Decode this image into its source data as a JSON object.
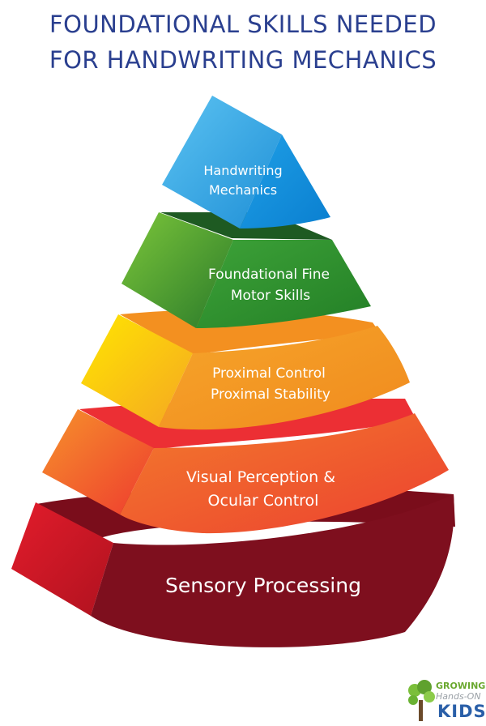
{
  "title": {
    "line1": "FOUNDATIONAL SKILLS NEEDED",
    "line2": "FOR HANDWRITING MECHANICS"
  },
  "levels": [
    {
      "line1": "Handwriting",
      "line2": "Mechanics"
    },
    {
      "line1": "Foundational Fine",
      "line2": "Motor Skills"
    },
    {
      "line1": "Proximal Control",
      "line2": "Proximal Stability"
    },
    {
      "line1": "Visual Perception &",
      "line2": "Ocular Control"
    },
    {
      "line1": "Sensory Processing"
    }
  ],
  "logo": {
    "line1": "GROWING",
    "line2": "Hands-ON",
    "line3": "KIDS"
  },
  "colors": {
    "title": "#2a3f8f",
    "level1": "#1e9be0",
    "level2": "#2e8b2e",
    "level3": "#f39a22",
    "level4": "#ee4a2e",
    "level5": "#7e0f1e"
  }
}
